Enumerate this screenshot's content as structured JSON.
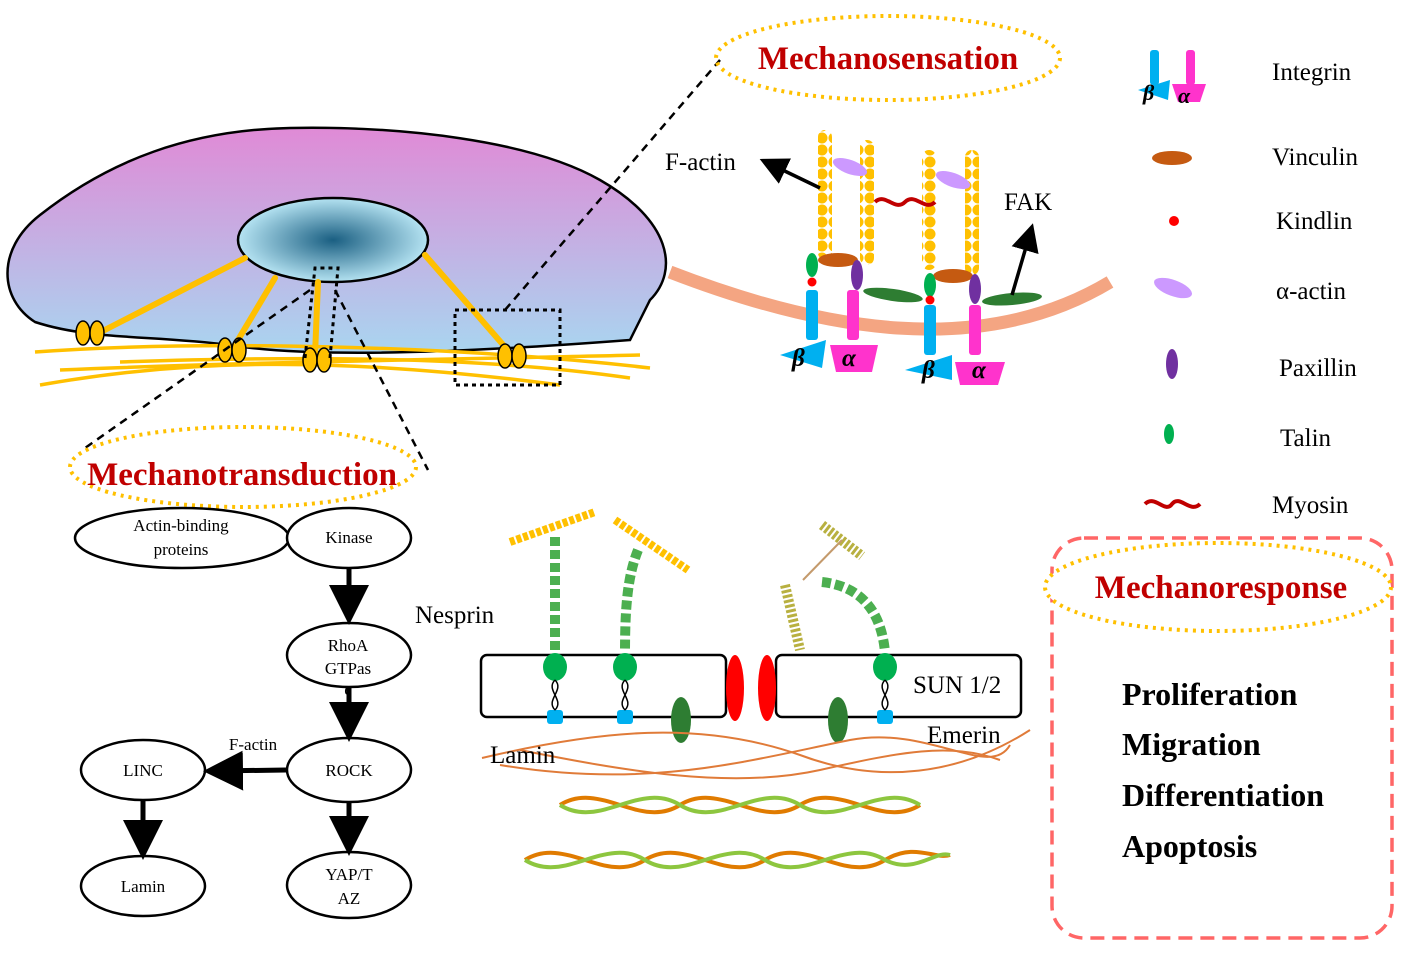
{
  "titles": {
    "mechanosensation": "Mechanosensation",
    "mechanotransduction": "Mechanotransduction",
    "mechanoresponse": "Mechanoresponse"
  },
  "sensation_labels": {
    "factin": "F-actin",
    "fak": "FAK",
    "beta": "β",
    "alpha": "α"
  },
  "legend": [
    {
      "label": "Integrin",
      "icon": "integrin-icon"
    },
    {
      "label": "Vinculin",
      "icon": "vinculin-icon",
      "color": "#c55a11"
    },
    {
      "label": "Kindlin",
      "icon": "kindlin-icon",
      "color": "#ff0000"
    },
    {
      "label": "α-actin",
      "icon": "alpha-actin-icon",
      "color": "#cc99ff"
    },
    {
      "label": "Paxillin",
      "icon": "paxillin-icon",
      "color": "#7030a0"
    },
    {
      "label": "Talin",
      "icon": "talin-icon",
      "color": "#00b050"
    },
    {
      "label": "Myosin",
      "icon": "myosin-icon",
      "color": "#c00000"
    }
  ],
  "flowchart": {
    "actin_binding": [
      "Actin-binding",
      "proteins"
    ],
    "kinase": "Kinase",
    "rhoa": [
      "RhoA",
      "GTPas",
      "e"
    ],
    "rock": "ROCK",
    "factin": "F-actin",
    "linc": "LINC",
    "lamin": "Lamin",
    "yap": [
      "YAP/T",
      "AZ"
    ]
  },
  "nucleus_labels": {
    "nesprin": "Nesprin",
    "sun": "SUN 1/2",
    "emerin": "Emerin",
    "lamin": "Lamin"
  },
  "responses": [
    "Proliferation",
    "Migration",
    "Differentiation",
    "Apoptosis"
  ],
  "colors": {
    "title_red": "#c00000",
    "dotted_yellow": "#ffc000",
    "response_box": "#ff6666",
    "membrane": "#f4a582",
    "actin": "#ffc000"
  }
}
